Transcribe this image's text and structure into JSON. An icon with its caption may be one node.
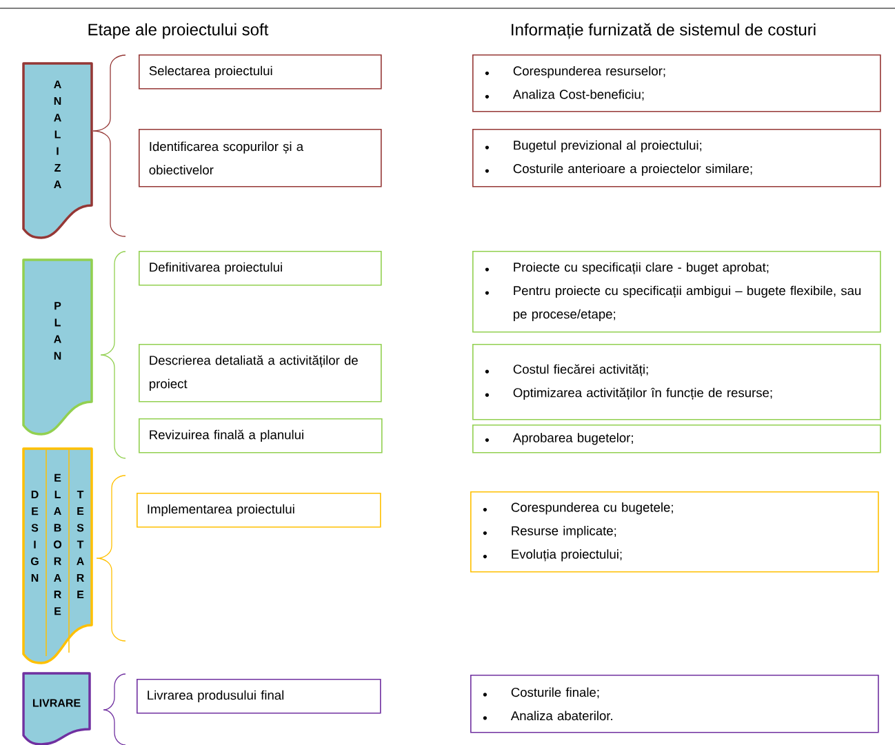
{
  "diagram": {
    "nodes": [
      {
        "text": [
          "ANALIZA"
        ]
      },
      {
        "text": [
          "Selectarea proiectului"
        ]
      },
      {
        "text": [
          "Identificarea scopurilor și a obiectivelor"
        ]
      },
      {
        "text": [
          "Corespunderea  resurselor;",
          "Analiza Cost-beneficiu;"
        ]
      },
      {
        "text": [
          "Bugetul previzional al proiectului;",
          "Costurile anterioare a proiectelor similare;"
        ]
      },
      {
        "text": [
          "PLAN"
        ]
      },
      {
        "text": [
          "Definitivarea proiectului"
        ]
      },
      {
        "text": [
          "Descrierea detaliată a activităților de proiect"
        ]
      },
      {
        "text": [
          "Revizuirea finală a planului"
        ]
      },
      {
        "text": [
          "Proiecte cu specificații clare - buget aprobat;",
          "Pentru proiecte cu specificații ambigui – bugete flexibile, sau pe procese/etape;"
        ]
      },
      {
        "text": [
          "Costul fiecărei activități;",
          "Optimizarea activităților în funcție de resurse;"
        ]
      },
      {
        "text": [
          "Aprobarea bugetelor;"
        ]
      },
      {
        "text": [
          "DESIGN",
          "ELABORARE",
          "TESTARE"
        ]
      },
      {
        "text": [
          "Implementarea proiectului"
        ]
      },
      {
        "text": [
          "Corespunderea  cu bugetele;",
          "Resurse implicate;",
          "Evoluția proiectului;"
        ]
      },
      {
        "text": [
          "LIVRARE"
        ]
      },
      {
        "text": [
          "Livrarea produsului final"
        ]
      },
      {
        "text": [
          "Costurile finale;",
          "Analiza abaterilor."
        ]
      }
    ],
    "labels": [
      "Etape ale proiectului soft",
      "Informație furnizată de sistemul de costuri"
    ]
  }
}
